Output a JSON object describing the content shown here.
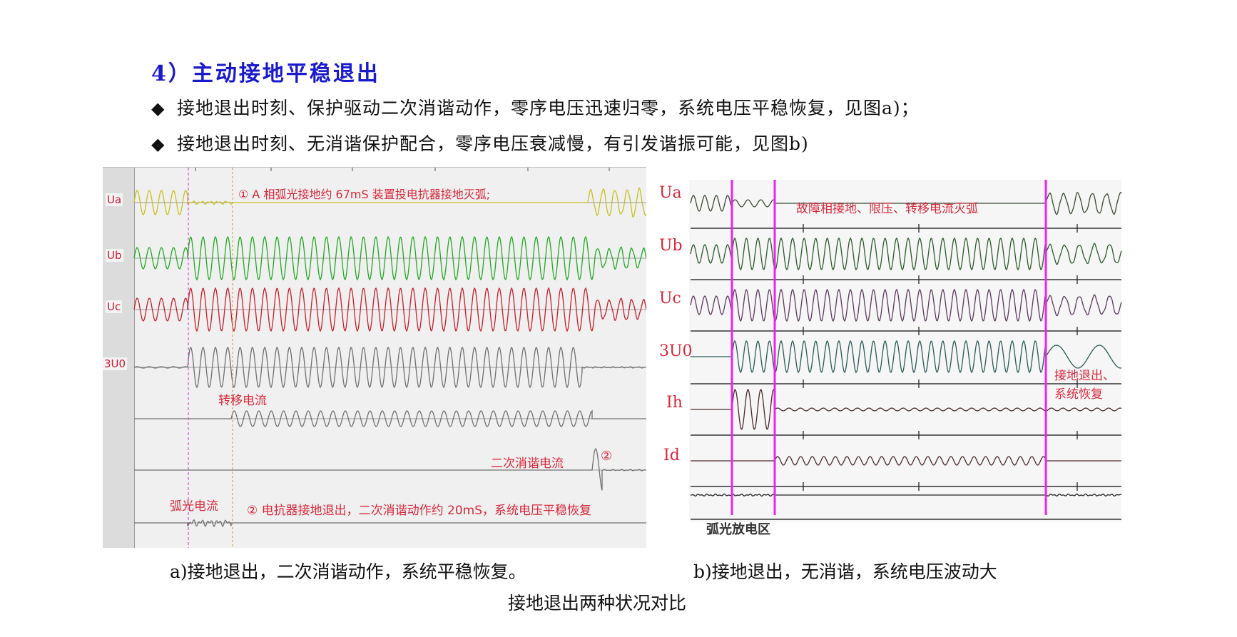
{
  "heading": "4）主动接地平稳退出",
  "bullets": [
    {
      "icon": "diamond-bullet-icon",
      "glyph": "◆",
      "text": "接地退出时刻、保护驱动二次消谐动作，零序电压迅速归零，系统电压平稳恢复，见图a)；"
    },
    {
      "icon": "diamond-bullet-icon",
      "glyph": "◆",
      "text": "接地退出时刻、无消谐保护配合，零序电压衰减慢，有引发谐振可能，见图b)"
    }
  ],
  "figure_a": {
    "channels": [
      "Ua",
      "Ub",
      "Uc",
      "3U0"
    ],
    "annotations": {
      "note1": "① A 相弧光接地约 67mS 装置投电抗器接地灭弧;",
      "transfer_current": "转移电流",
      "harmonic_current": "二次消谐电流",
      "circle2": "②",
      "arc_current": "弧光电流",
      "note2": "② 电抗器接地退出，二次消谐动作约 20mS，系统电压平稳恢复"
    },
    "caption": "a)接地退出，二次消谐动作，系统平稳恢复。"
  },
  "figure_b": {
    "channels": [
      "Ua",
      "Ub",
      "Uc",
      "3U0",
      "Ih",
      "Id"
    ],
    "annotations": {
      "fault_note": "故障相接地、限压、转移电流灭弧",
      "exit_note_line1": "接地退出、",
      "exit_note_line2": "系统恢复",
      "zone": "弧光放电区"
    },
    "caption": "b)接地退出，无消谐，系统电压波动大"
  },
  "main_caption": "接地退出两种状况对比",
  "colors": {
    "heading": "#1a1acc",
    "annotation_red": "#d8283c",
    "ua_a": "#c8c020",
    "ub_a": "#22a822",
    "uc_a": "#c81e2a",
    "u0_a": "#707070",
    "marker_a_magenta": "#cc33cc",
    "marker_a_orange": "#d89030",
    "marker_b_magenta": "#ee22ee",
    "trace_b_dark": "#3a4a30",
    "trace_b_green": "#2c5a2c",
    "trace_b_purple": "#5a3a5a",
    "trace_b_teal": "#2a5a55",
    "trace_b_brown": "#4a2a2a"
  }
}
